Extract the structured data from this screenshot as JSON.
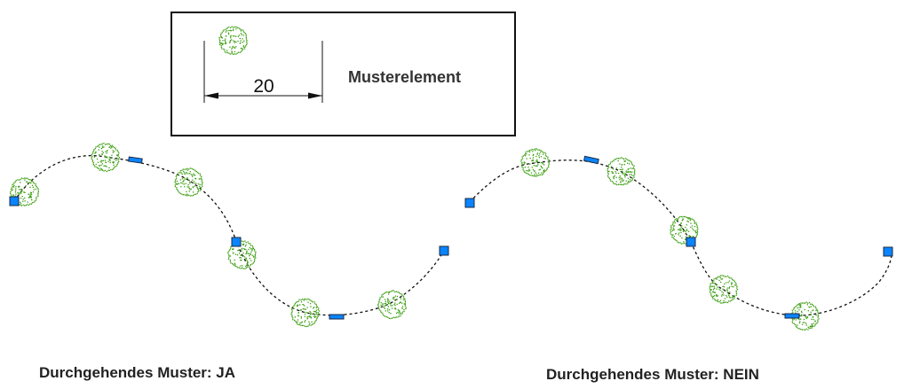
{
  "legend": {
    "dimension_value": "20",
    "label": "Musterelement"
  },
  "panels": [
    {
      "caption": "Durchgehendes Muster: JA"
    },
    {
      "caption": "Durchgehendes Muster: NEIN"
    }
  ],
  "colors": {
    "pattern_green": "#3a9e0f",
    "grip_blue": "#0a84ff",
    "grip_outline": "#1a2a40",
    "path_dash": "#111111",
    "frame": "#111111"
  }
}
